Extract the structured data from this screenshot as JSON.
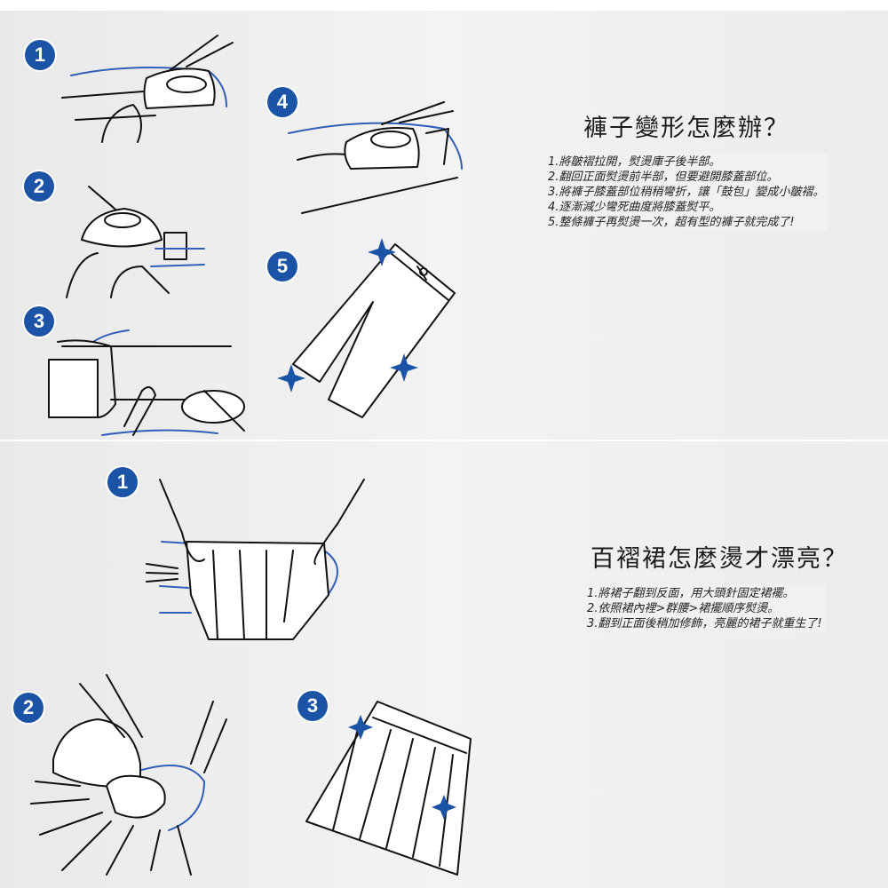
{
  "pants_section": {
    "title": "褲子變形怎麼辦？",
    "steps": [
      "1.將皺褶拉開，熨燙庫子後半部。",
      "2.翻回正面熨燙前半部，但要避開膝蓋部位。",
      "3.將褲子膝蓋部位稍稍彎折，讓「鼓包」變成小皺褶。",
      "4.逐漸減少彎死曲度將膝蓋熨平。",
      "5.整條褲子再熨燙一次，超有型的褲子就完成了!"
    ],
    "badges": [
      "1",
      "2",
      "3",
      "4",
      "5"
    ]
  },
  "skirt_section": {
    "title": "百褶裙怎麼燙才漂亮？",
    "steps": [
      "1.將裙子翻到反面，用大頭針固定裙襬。",
      "2.依照裙內裡>群腰>裙擺順序熨燙。",
      "3.翻到正面後稍加修飾，亮麗的裙子就重生了!"
    ],
    "badges": [
      "1",
      "2",
      "3"
    ]
  },
  "colors": {
    "accent": "#1b54a6",
    "line_blue": "#2f5fb8"
  }
}
